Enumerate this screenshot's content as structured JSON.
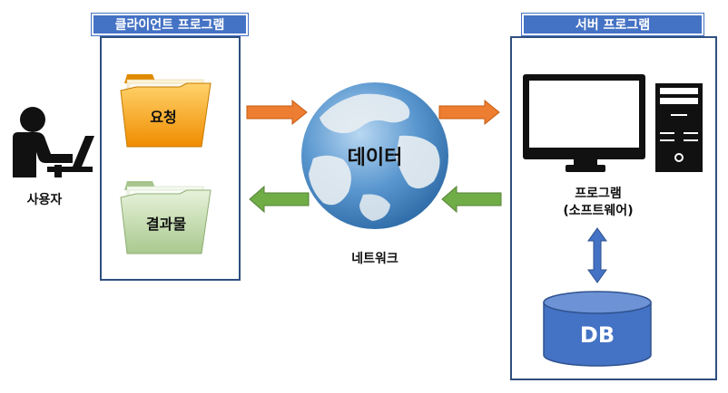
{
  "client": {
    "title": "클라이언트 프로그램",
    "request": "요청",
    "result": "결과물"
  },
  "user": {
    "label": "사용자"
  },
  "network": {
    "data_label": "데이터",
    "label": "네트워크"
  },
  "server": {
    "title": "서버 프로그램",
    "program_line1": "프로그램",
    "program_line2": "(소프트웨어)",
    "db_label": "DB"
  },
  "colors": {
    "box_border": "#2f4f7f",
    "title_fill": "#4472c4",
    "arrow_out": "#ed7d31",
    "arrow_in": "#70ad47",
    "db_fill": "#4472c4",
    "folder_yellow": "#f5a623",
    "folder_green": "#c5deb0"
  }
}
